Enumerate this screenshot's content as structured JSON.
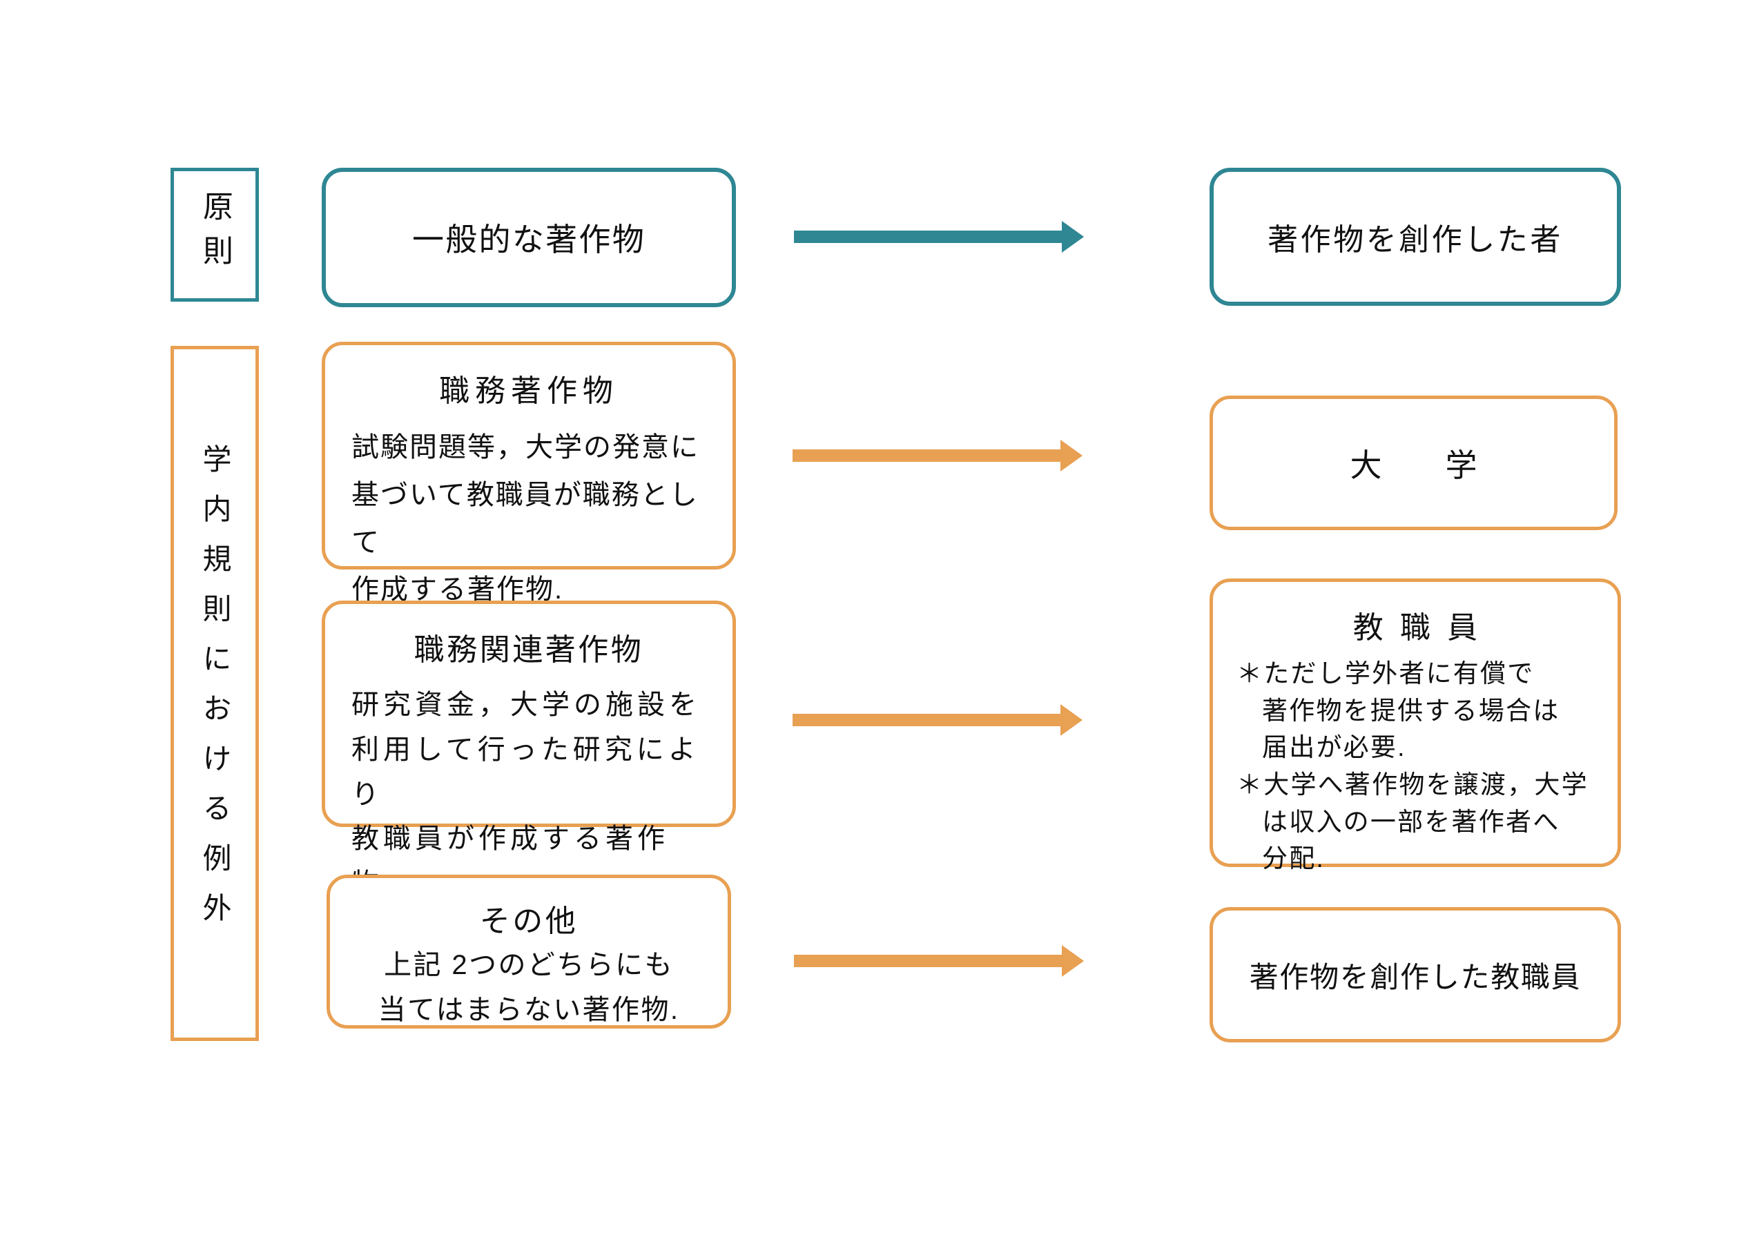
{
  "colors": {
    "teal": "#2E8793",
    "orange": "#E8A052",
    "text": "#111111",
    "background": "#ffffff"
  },
  "principle": {
    "label": "原則",
    "source": "一般的な著作物",
    "target": "著作物を創作した者"
  },
  "exception": {
    "label": "学内規則における例外",
    "items": [
      {
        "title": "職務著作物",
        "body": "試験問題等，大学の発意に\n基づいて教職員が職務として\n作成する著作物.",
        "target": {
          "title": "大学"
        }
      },
      {
        "title": "職務関連著作物",
        "body": "研究資金，大学の施設を\n利用して行った研究により\n教職員が作成する著作物.",
        "target": {
          "title": "教職員",
          "notes": [
            "＊ただし学外者に有償で\n著作物を提供する場合は\n届出が必要.",
            "＊大学へ著作物を譲渡，大学\nは収入の一部を著作者へ\n分配."
          ]
        }
      },
      {
        "title": "その他",
        "body": "上記 2つのどちらにも\n当てはまらない著作物.",
        "target": {
          "title": "著作物を創作した教職員"
        }
      }
    ]
  }
}
